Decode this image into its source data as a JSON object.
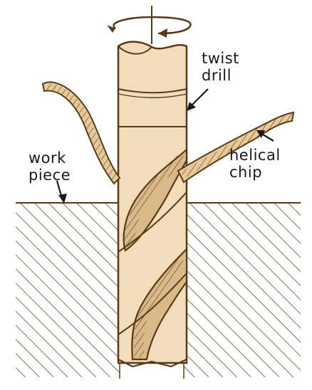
{
  "labels": {
    "twist_drill": [
      "twist",
      "drill"
    ],
    "work_piece": [
      "work",
      "piece"
    ],
    "helical_chip": [
      "helical",
      "chip"
    ]
  },
  "colors": {
    "ink": "#5a3a14",
    "fill": "#f1dcbc",
    "shade": "#b48a52",
    "text": "#1a1a1a"
  }
}
